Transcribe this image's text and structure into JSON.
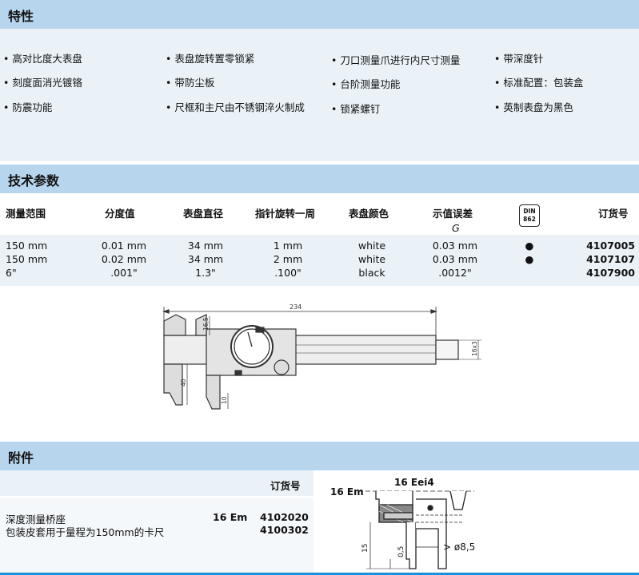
{
  "features": {
    "title": "特性",
    "columns": [
      [
        "高对比度大表盘",
        "刻度面消光镀铬",
        "防震功能"
      ],
      [
        "表盘旋转置零锁紧",
        "带防尘板",
        "尺框和主尺由不锈钢淬火制成"
      ],
      [
        "刀口测量爪进行内尺寸测量",
        "台阶测量功能",
        "锁紧螺钉"
      ],
      [
        "带深度针",
        "标准配置：包装盒",
        "英制表盘为黑色"
      ]
    ]
  },
  "specs": {
    "title": "技术参数",
    "headers": {
      "range": "测量范围",
      "resolution": "分度值",
      "dial_diameter": "表盘直径",
      "per_rev": "指针旋转一周",
      "dial_color": "表盘颜色",
      "error": "示值误差",
      "error_sub": "G",
      "din_top": "DIN",
      "din_bottom": "862",
      "order_no": "订货号"
    },
    "rows": [
      {
        "range": "150 mm",
        "resolution": "0.01 mm",
        "dial_diameter": "34 mm",
        "per_rev": "1 mm",
        "dial_color": "white",
        "error": "0.03 mm",
        "din": "●",
        "order_no": "4107005"
      },
      {
        "range": "150 mm",
        "resolution": "0.02 mm",
        "dial_diameter": "34 mm",
        "per_rev": "2 mm",
        "dial_color": "white",
        "error": "0.03 mm",
        "din": "●",
        "order_no": "4107107"
      },
      {
        "range": "6\"",
        "resolution": ".001\"",
        "dial_diameter": "1.3\"",
        "per_rev": ".100\"",
        "dial_color": "black",
        "error": ".0012\"",
        "din": "",
        "order_no": "4107900"
      }
    ]
  },
  "drawing": {
    "length": "234",
    "jaw_top": "16,5",
    "jaw_depth": "40",
    "blade": "10",
    "section": "16x3"
  },
  "accessories": {
    "title": "附件",
    "order_header": "订货号",
    "rows": [
      {
        "name": "深度测量桥座",
        "code": "16 Em",
        "order_no": "4102020"
      },
      {
        "name": "包装皮套用于量程为150mm的卡尺",
        "code": "",
        "order_no": "4100302"
      }
    ]
  },
  "bridge_drawing": {
    "label_top": "16 Eei4",
    "label_left": "16 Em",
    "height": "15",
    "offset": "0,5",
    "diameter": "> ø8,5"
  },
  "colors": {
    "band": "#b8d5ee",
    "panel": "#eaf2f8",
    "accent": "#1f8fd6"
  }
}
